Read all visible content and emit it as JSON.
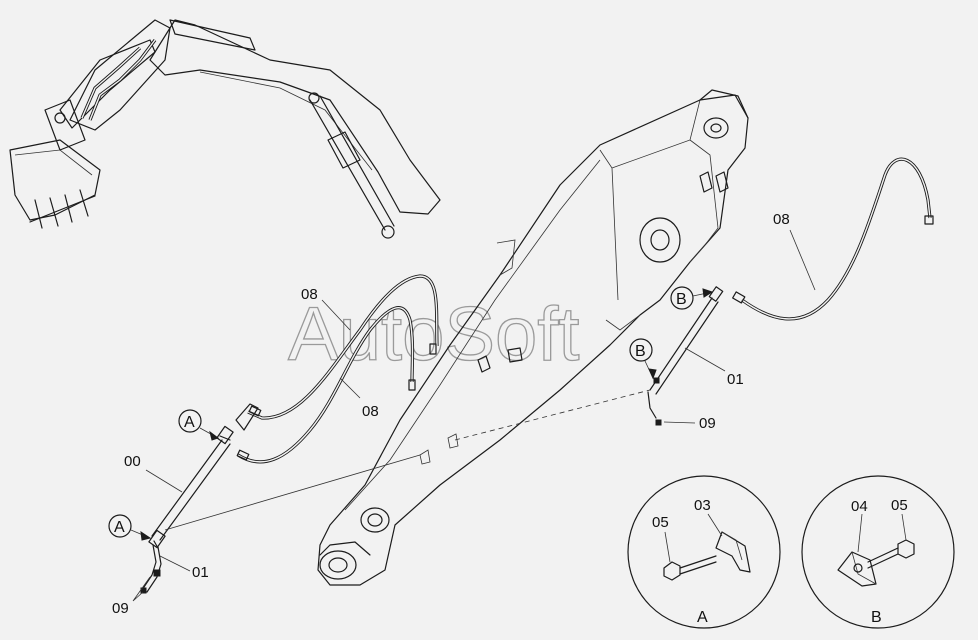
{
  "watermark": "AutoSoft",
  "part_labels": {
    "p00": "00",
    "p01_left": "01",
    "p01_right": "01",
    "p08_top": "08",
    "p08_mid": "08",
    "p08_right": "08",
    "p09_left": "09",
    "p09_right": "09"
  },
  "view_markers": {
    "a_upper": "A",
    "a_lower": "A",
    "b_upper": "B",
    "b_lower": "B"
  },
  "detail_a": {
    "letter": "A",
    "bolt_label": "05",
    "clamp_label": "03"
  },
  "detail_b": {
    "letter": "B",
    "clamp_label": "04",
    "bolt_label": "05"
  }
}
